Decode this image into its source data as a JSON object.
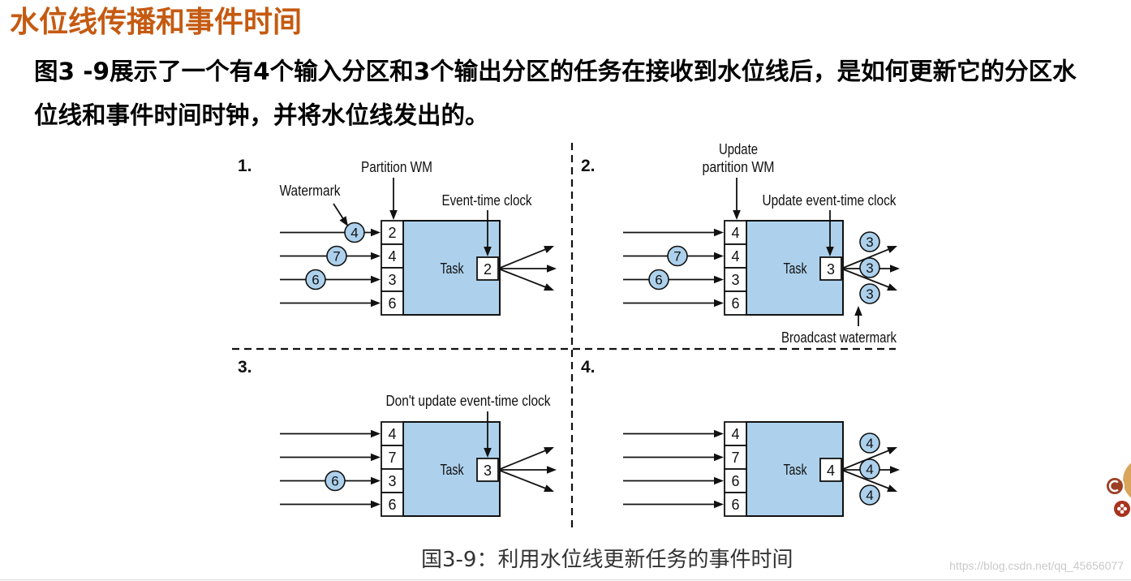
{
  "title": "水位线传播和事件时间",
  "paragraph": {
    "line1": "图3 -9展示了一个有4个输入分区和3个输出分区的任务在接收到水位线后，是如何更新它的分区水",
    "line2": "位线和事件时间时钟，并将水位线发出的。"
  },
  "diagram": {
    "panels": [
      {
        "number": "1.",
        "task_label": "Task",
        "partition_watermarks": [
          2,
          4,
          3,
          6
        ],
        "event_time_clock": 2,
        "incoming_watermarks": [
          {
            "partition": 0,
            "value": 4
          },
          {
            "partition": 1,
            "value": 7
          },
          {
            "partition": 2,
            "value": 6
          }
        ],
        "outgoing_watermarks": [],
        "labels": {
          "watermark": "Watermark",
          "partition_wm": "Partition WM",
          "event_time_clock": "Event-time clock"
        }
      },
      {
        "number": "2.",
        "task_label": "Task",
        "partition_watermarks": [
          4,
          4,
          3,
          6
        ],
        "event_time_clock": 3,
        "incoming_watermarks": [
          {
            "partition": 1,
            "value": 7
          },
          {
            "partition": 2,
            "value": 6
          }
        ],
        "outgoing_watermarks": [
          3,
          3,
          3
        ],
        "labels": {
          "update_partition_wm": [
            "Update",
            "partition WM"
          ],
          "update_event_time_clock": "Update event-time clock",
          "broadcast_watermark": "Broadcast watermark"
        }
      },
      {
        "number": "3.",
        "task_label": "Task",
        "partition_watermarks": [
          4,
          7,
          3,
          6
        ],
        "event_time_clock": 3,
        "incoming_watermarks": [
          {
            "partition": 2,
            "value": 6
          }
        ],
        "outgoing_watermarks": [],
        "labels": {
          "dont_update_event_time_clock": "Don't update event-time clock"
        }
      },
      {
        "number": "4.",
        "task_label": "Task",
        "partition_watermarks": [
          4,
          7,
          6,
          6
        ],
        "event_time_clock": 4,
        "incoming_watermarks": [],
        "outgoing_watermarks": [
          4,
          4,
          4
        ]
      }
    ]
  },
  "caption": "国3-9：利用水位线更新任务的事件时间",
  "watermark_url": "https://blog.csdn.net/qq_45656077",
  "colors": {
    "title": "#C55A11",
    "task_fill": "#ADD1EC",
    "watermark_circle_fill": "#ADD1EC",
    "side_widget_tab": "#D9A45B",
    "side_widget_logo": "#9C3F25",
    "side_widget_flower": "#A8321E"
  },
  "side_widget_icons": [
    "csdn-logo-icon",
    "flower-icon"
  ]
}
